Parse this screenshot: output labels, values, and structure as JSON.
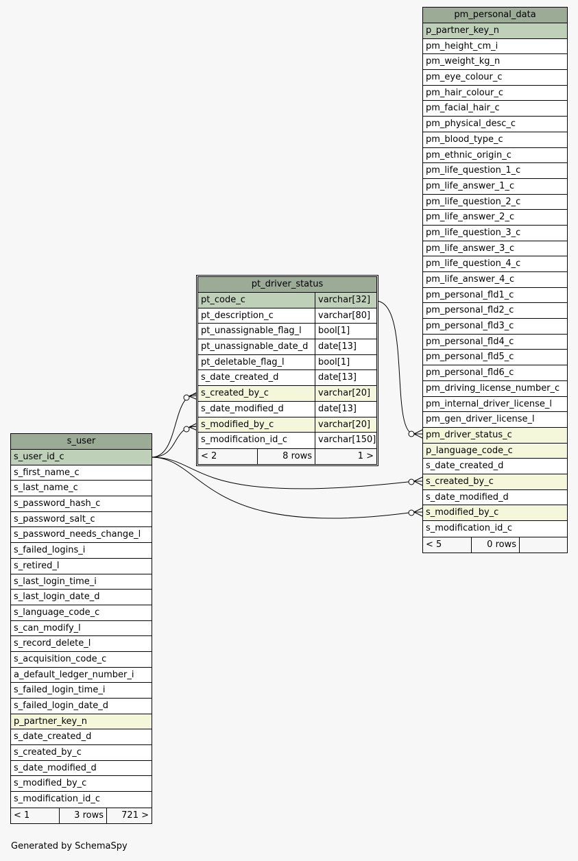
{
  "colors": {
    "background": "#f7f7f7",
    "header": "#9bab96",
    "primary_key": "#bed1b8",
    "foreign_key": "#f4f7da",
    "line": "#000000"
  },
  "tables": {
    "pm_personal_data": {
      "name": "pm_personal_data",
      "columns": [
        {
          "name": "p_partner_key_n",
          "kind": "pk"
        },
        {
          "name": "pm_height_cm_i",
          "kind": ""
        },
        {
          "name": "pm_weight_kg_n",
          "kind": ""
        },
        {
          "name": "pm_eye_colour_c",
          "kind": ""
        },
        {
          "name": "pm_hair_colour_c",
          "kind": ""
        },
        {
          "name": "pm_facial_hair_c",
          "kind": ""
        },
        {
          "name": "pm_physical_desc_c",
          "kind": ""
        },
        {
          "name": "pm_blood_type_c",
          "kind": ""
        },
        {
          "name": "pm_ethnic_origin_c",
          "kind": ""
        },
        {
          "name": "pm_life_question_1_c",
          "kind": ""
        },
        {
          "name": "pm_life_answer_1_c",
          "kind": ""
        },
        {
          "name": "pm_life_question_2_c",
          "kind": ""
        },
        {
          "name": "pm_life_answer_2_c",
          "kind": ""
        },
        {
          "name": "pm_life_question_3_c",
          "kind": ""
        },
        {
          "name": "pm_life_answer_3_c",
          "kind": ""
        },
        {
          "name": "pm_life_question_4_c",
          "kind": ""
        },
        {
          "name": "pm_life_answer_4_c",
          "kind": ""
        },
        {
          "name": "pm_personal_fld1_c",
          "kind": ""
        },
        {
          "name": "pm_personal_fld2_c",
          "kind": ""
        },
        {
          "name": "pm_personal_fld3_c",
          "kind": ""
        },
        {
          "name": "pm_personal_fld4_c",
          "kind": ""
        },
        {
          "name": "pm_personal_fld5_c",
          "kind": ""
        },
        {
          "name": "pm_personal_fld6_c",
          "kind": ""
        },
        {
          "name": "pm_driving_license_number_c",
          "kind": ""
        },
        {
          "name": "pm_internal_driver_license_l",
          "kind": ""
        },
        {
          "name": "pm_gen_driver_license_l",
          "kind": ""
        },
        {
          "name": "pm_driver_status_c",
          "kind": "fk"
        },
        {
          "name": "p_language_code_c",
          "kind": "fk"
        },
        {
          "name": "s_date_created_d",
          "kind": ""
        },
        {
          "name": "s_created_by_c",
          "kind": "fk"
        },
        {
          "name": "s_date_modified_d",
          "kind": ""
        },
        {
          "name": "s_modified_by_c",
          "kind": "fk"
        },
        {
          "name": "s_modification_id_c",
          "kind": ""
        }
      ],
      "footer": {
        "parents": "< 5",
        "rows": "0 rows",
        "children": ""
      }
    },
    "pt_driver_status": {
      "name": "pt_driver_status",
      "columns": [
        {
          "name": "pt_code_c",
          "type": "varchar[32]",
          "kind": "pk"
        },
        {
          "name": "pt_description_c",
          "type": "varchar[80]",
          "kind": ""
        },
        {
          "name": "pt_unassignable_flag_l",
          "type": "bool[1]",
          "kind": ""
        },
        {
          "name": "pt_unassignable_date_d",
          "type": "date[13]",
          "kind": ""
        },
        {
          "name": "pt_deletable_flag_l",
          "type": "bool[1]",
          "kind": ""
        },
        {
          "name": "s_date_created_d",
          "type": "date[13]",
          "kind": ""
        },
        {
          "name": "s_created_by_c",
          "type": "varchar[20]",
          "kind": "fk"
        },
        {
          "name": "s_date_modified_d",
          "type": "date[13]",
          "kind": ""
        },
        {
          "name": "s_modified_by_c",
          "type": "varchar[20]",
          "kind": "fk"
        },
        {
          "name": "s_modification_id_c",
          "type": "varchar[150]",
          "kind": ""
        }
      ],
      "footer": {
        "parents": "< 2",
        "rows": "8 rows",
        "children": "1 >"
      }
    },
    "s_user": {
      "name": "s_user",
      "columns": [
        {
          "name": "s_user_id_c",
          "kind": "pk"
        },
        {
          "name": "s_first_name_c",
          "kind": ""
        },
        {
          "name": "s_last_name_c",
          "kind": ""
        },
        {
          "name": "s_password_hash_c",
          "kind": ""
        },
        {
          "name": "s_password_salt_c",
          "kind": ""
        },
        {
          "name": "s_password_needs_change_l",
          "kind": ""
        },
        {
          "name": "s_failed_logins_i",
          "kind": ""
        },
        {
          "name": "s_retired_l",
          "kind": ""
        },
        {
          "name": "s_last_login_time_i",
          "kind": ""
        },
        {
          "name": "s_last_login_date_d",
          "kind": ""
        },
        {
          "name": "s_language_code_c",
          "kind": ""
        },
        {
          "name": "s_can_modify_l",
          "kind": ""
        },
        {
          "name": "s_record_delete_l",
          "kind": ""
        },
        {
          "name": "s_acquisition_code_c",
          "kind": ""
        },
        {
          "name": "a_default_ledger_number_i",
          "kind": ""
        },
        {
          "name": "s_failed_login_time_i",
          "kind": ""
        },
        {
          "name": "s_failed_login_date_d",
          "kind": ""
        },
        {
          "name": "p_partner_key_n",
          "kind": "fk"
        },
        {
          "name": "s_date_created_d",
          "kind": ""
        },
        {
          "name": "s_created_by_c",
          "kind": ""
        },
        {
          "name": "s_date_modified_d",
          "kind": ""
        },
        {
          "name": "s_modified_by_c",
          "kind": ""
        },
        {
          "name": "s_modification_id_c",
          "kind": ""
        }
      ],
      "footer": {
        "parents": "< 1",
        "rows": "3 rows",
        "children": "721 >"
      }
    }
  },
  "relationships": [
    {
      "from": "pt_driver_status.pt_code_c",
      "to": "pm_personal_data.pm_driver_status_c"
    },
    {
      "from": "s_user.s_user_id_c",
      "to": "pt_driver_status.s_created_by_c"
    },
    {
      "from": "s_user.s_user_id_c",
      "to": "pt_driver_status.s_modified_by_c"
    },
    {
      "from": "s_user.s_user_id_c",
      "to": "pm_personal_data.s_created_by_c"
    },
    {
      "from": "s_user.s_user_id_c",
      "to": "pm_personal_data.s_modified_by_c"
    }
  ],
  "footer_text": "Generated by SchemaSpy"
}
